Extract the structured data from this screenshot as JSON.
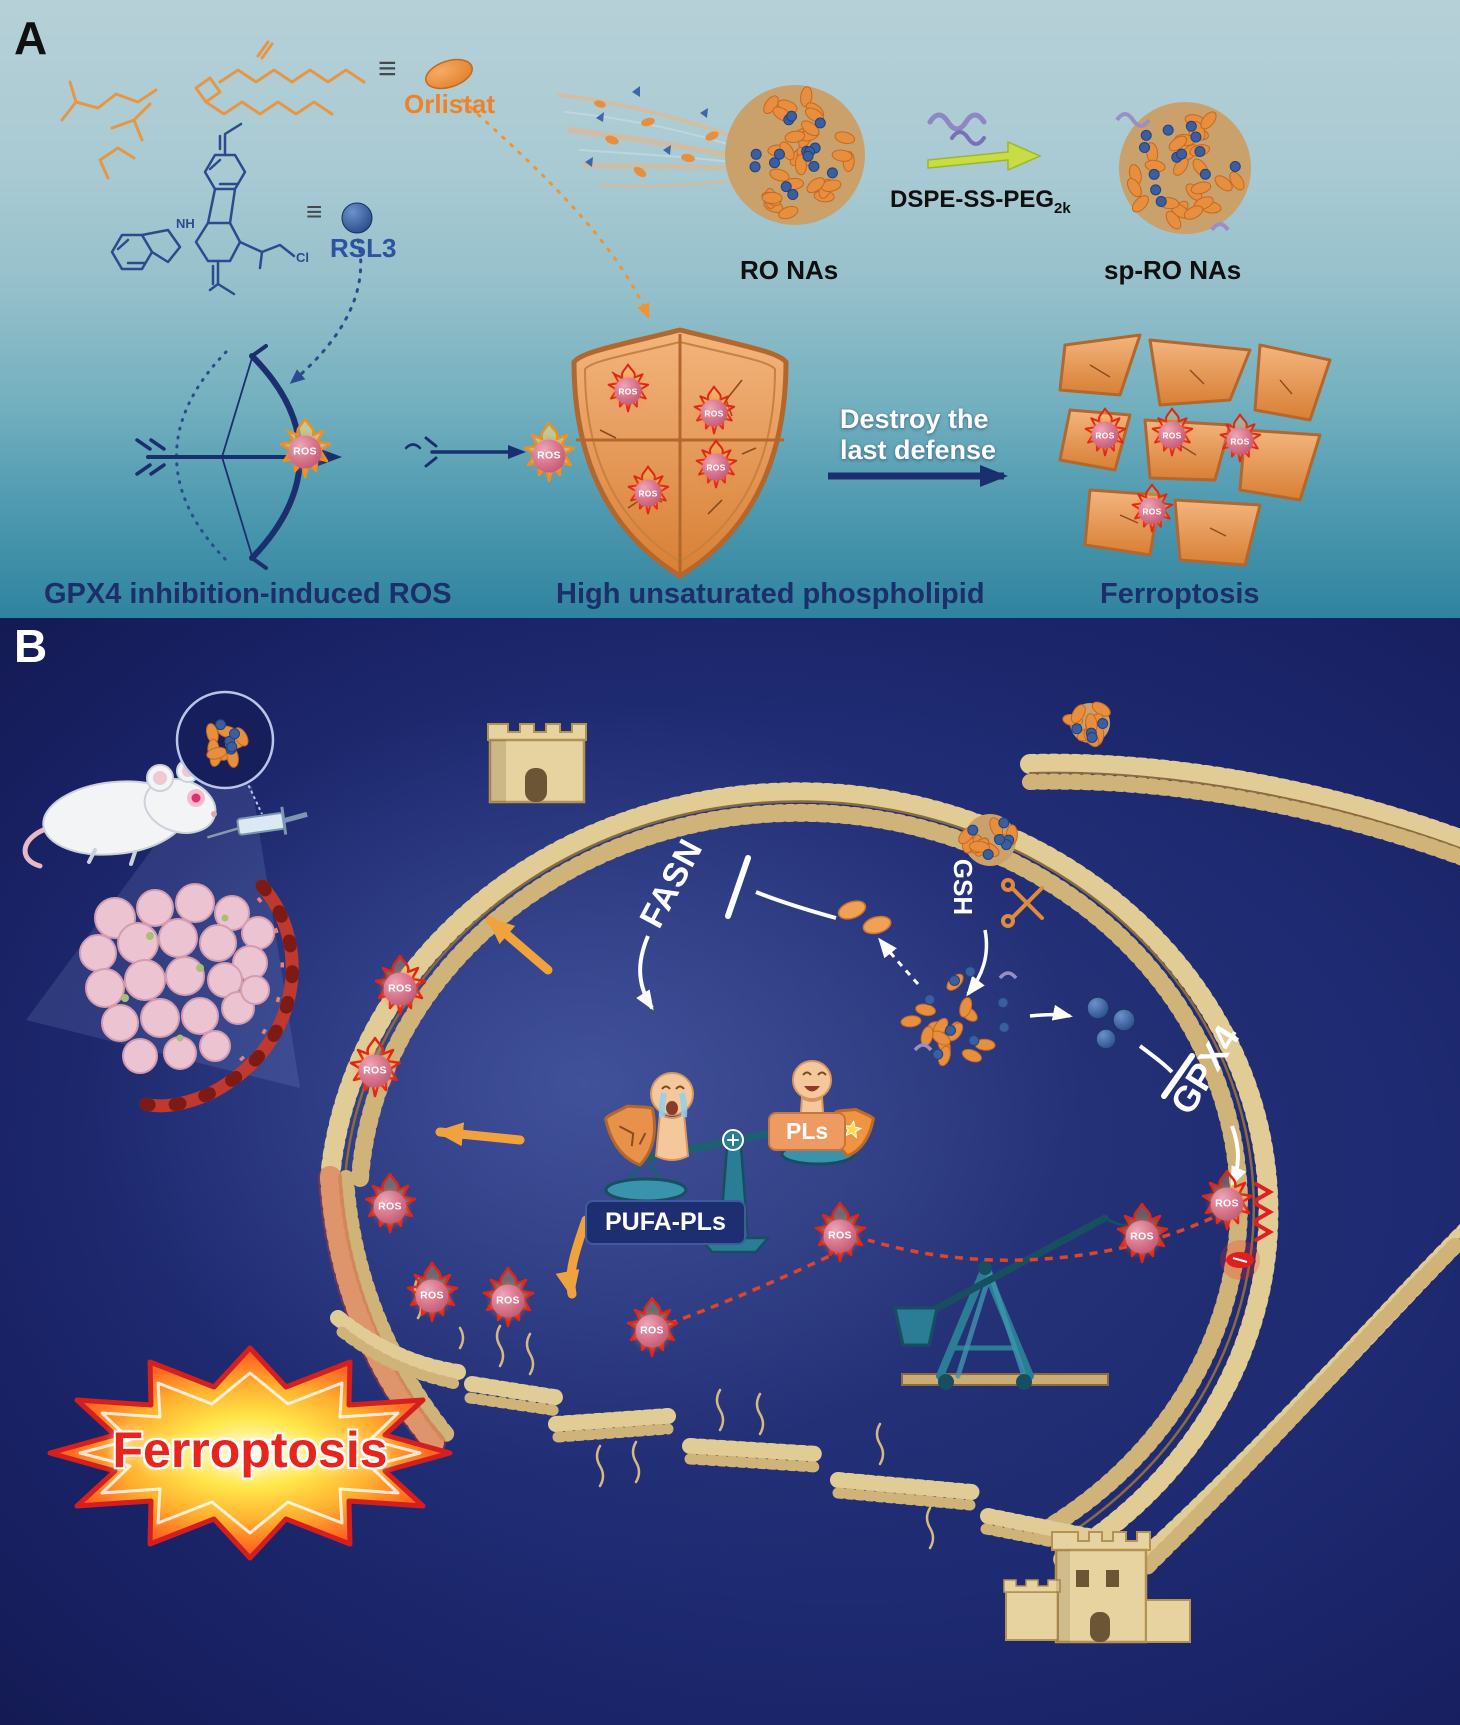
{
  "shared": {
    "ros": "ROS",
    "equiv": "≡"
  },
  "panel_a": {
    "label": "A",
    "orlistat": {
      "label": "Orlistat"
    },
    "rsl3": {
      "label": "RSL3",
      "nh": "NH",
      "cl": "Cl"
    },
    "ro_nas_label": "RO NAs",
    "dspe": {
      "main": "DSPE-SS-PEG",
      "sub": "2k"
    },
    "sp_ro_nas_label": "sp-RO NAs",
    "destroy": {
      "line1": "Destroy the",
      "line2": "last defense"
    },
    "captions": {
      "left": "GPX4 inhibition-induced ROS",
      "middle": "High unsaturated phospholipid",
      "right": "Ferroptosis"
    }
  },
  "panel_b": {
    "label": "B",
    "fasn": "FASN",
    "gsh": "GSH",
    "gpx4": "GPX4",
    "pufa_pls": "PUFA-PLs",
    "pls": "PLs",
    "ferroptosis": "Ferroptosis"
  },
  "colors": {
    "orange": "#ee8a3c",
    "navy": "#1c2f6b",
    "flame_red": "#e02518",
    "ros_pink": "#d9768e",
    "teal": "#2a7d94",
    "wall_tan": "#e2cc96",
    "panel_b_bg": "#1d2870"
  }
}
